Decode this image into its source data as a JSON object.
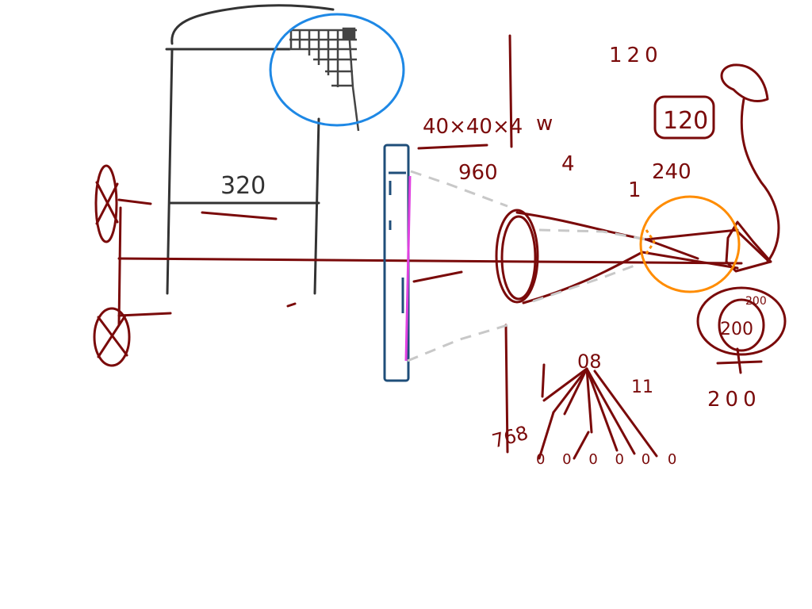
{
  "canvas": {
    "background": "#ffffff"
  },
  "colors": {
    "ink_dark": "#333333",
    "ink_red": "#7a0a0a",
    "ink_blue": "#1e88e5",
    "ink_navy": "#1f4e79",
    "ink_magenta": "#e040e0",
    "ink_orange": "#ff8c00",
    "ink_gray": "#c8c8c8"
  },
  "labels": {
    "dim_320": "320",
    "fraction_numerator": "40×40×4",
    "fraction_numerator_suffix": "w",
    "fraction_denominator": "960",
    "label_120_top": "120",
    "label_120_boxed": "120",
    "label_240": "240",
    "label_200_circle": "200",
    "label_200_small": "200",
    "label_200_bottom": "200",
    "label_1": "1",
    "label_4": "4",
    "label_08": "08",
    "label_11": "11",
    "label_768": "768",
    "label_0s": "0 0 0 0 0 0"
  }
}
